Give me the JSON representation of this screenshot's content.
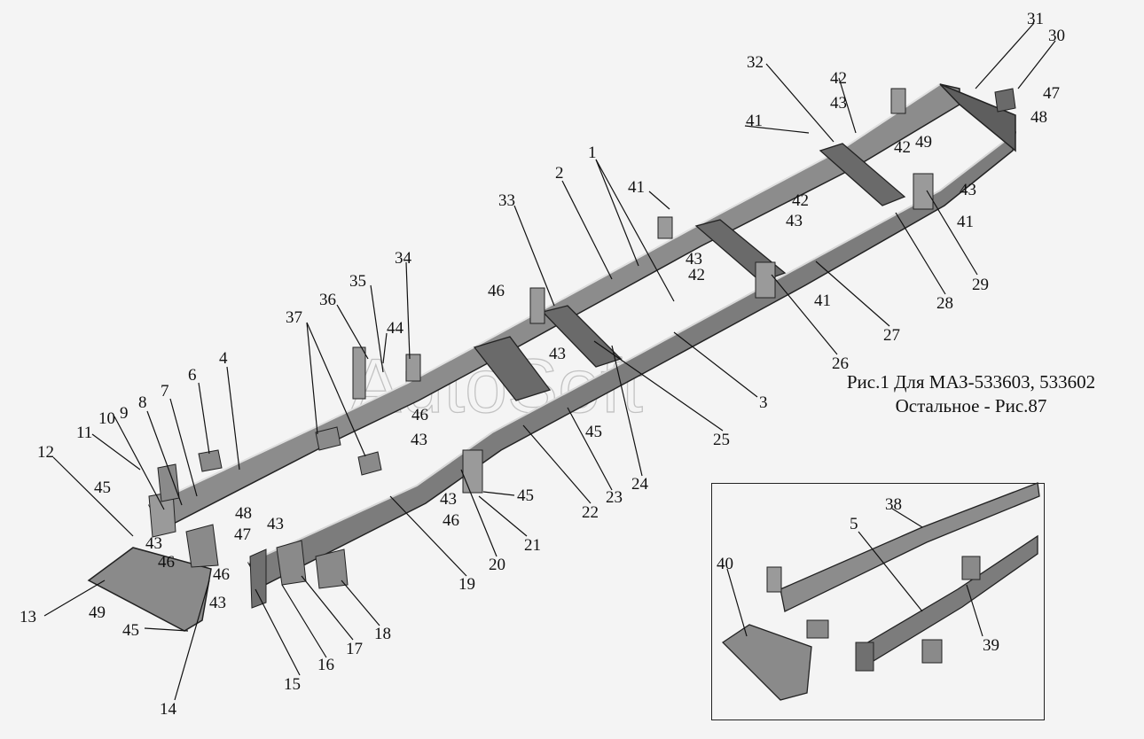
{
  "figure": {
    "caption_line1": "Рис.1 Для МАЗ-533603, 533602",
    "caption_line2": "Остальное - Рис.87",
    "watermark": "AutoSoft"
  },
  "callouts": [
    "1",
    "2",
    "3",
    "4",
    "5",
    "6",
    "7",
    "8",
    "9",
    "10",
    "11",
    "12",
    "13",
    "14",
    "15",
    "16",
    "17",
    "18",
    "19",
    "20",
    "21",
    "22",
    "23",
    "24",
    "25",
    "26",
    "27",
    "28",
    "29",
    "30",
    "31",
    "32",
    "33",
    "34",
    "35",
    "36",
    "37",
    "38",
    "39",
    "40",
    "41",
    "42",
    "43",
    "44",
    "45",
    "46",
    "47",
    "48",
    "49"
  ]
}
